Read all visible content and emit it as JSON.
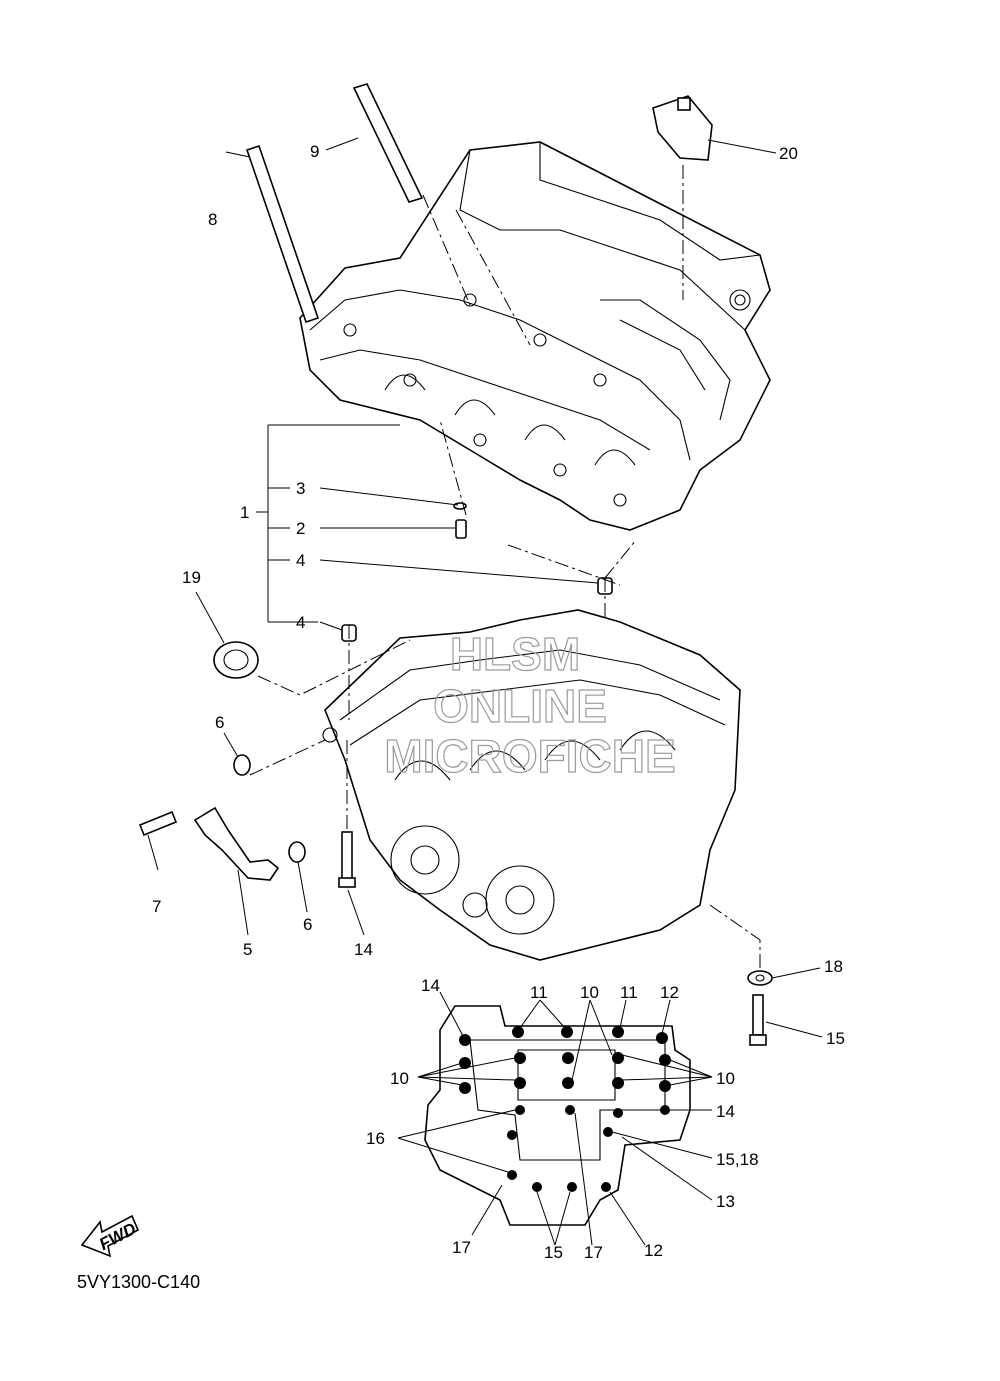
{
  "diagram": {
    "code": "5VY1300-C140",
    "fwd_label": "FWD",
    "watermark": [
      "HLSM",
      "ONLINE",
      "MICROFICHE"
    ],
    "callouts": {
      "c1": "1",
      "c2": "2",
      "c3": "3",
      "c4a": "4",
      "c4b": "4",
      "c5": "5",
      "c6a": "6",
      "c6b": "6",
      "c7": "7",
      "c8": "8",
      "c9": "9",
      "c14a": "14",
      "c15": "15",
      "c18": "18",
      "c19": "19",
      "c20": "20"
    },
    "bottom_view": {
      "c14_tl": "14",
      "c11_l": "11",
      "c10_t": "10",
      "c11_r": "11",
      "c12_tr": "12",
      "c10_l": "10",
      "c10_r": "10",
      "c14_r": "14",
      "c16": "16",
      "c15_18": "15,18",
      "c13": "13",
      "c17_l": "17",
      "c15_b": "15",
      "c17_b": "17",
      "c12_b": "12"
    }
  }
}
